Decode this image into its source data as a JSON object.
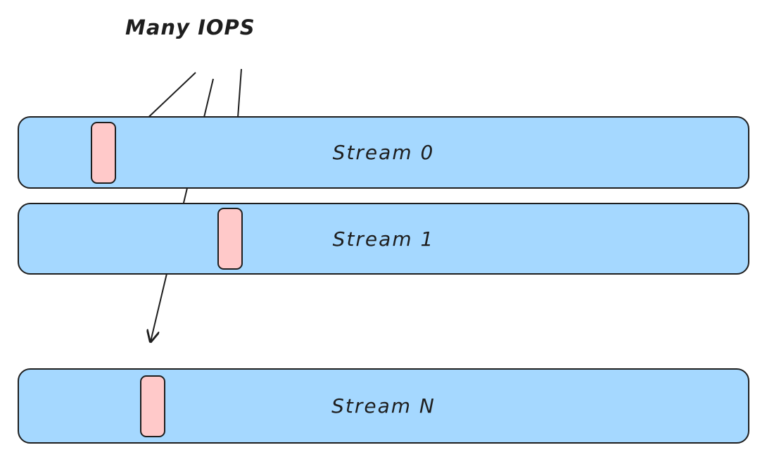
{
  "annotation": {
    "label": "Many IOPS"
  },
  "streams": [
    {
      "label": "Stream 0"
    },
    {
      "label": "Stream 1"
    },
    {
      "label": "Stream N"
    }
  ],
  "colors": {
    "stream_fill": "#a5d8ff",
    "block_fill": "#ffc9c9",
    "stroke": "#1e1e1e",
    "background": "#ffffff"
  }
}
